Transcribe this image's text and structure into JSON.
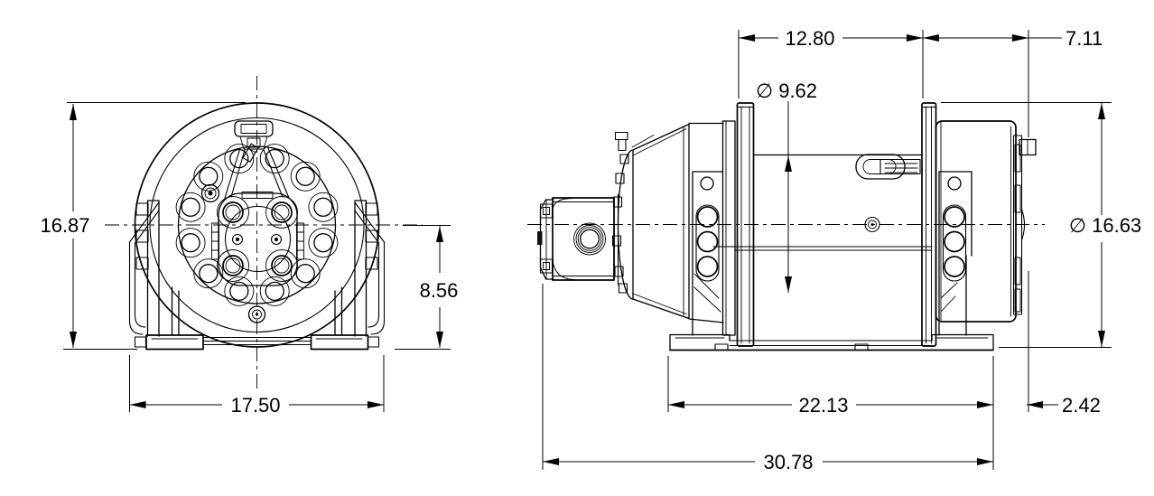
{
  "drawing": {
    "title": "winch-dimension-drawing",
    "colors": {
      "line": "#000000",
      "background": "#ffffff"
    },
    "front_view": {
      "dims": {
        "overall_height": "16.87",
        "centerline_height": "8.56",
        "base_width": "17.50"
      }
    },
    "side_view": {
      "dims": {
        "drum_length": "12.80",
        "end_housing_length": "7.11",
        "barrel_diameter": "∅ 9.62",
        "flange_diameter": "∅ 16.63",
        "base_length": "22.13",
        "end_overhang": "2.42",
        "overall_length": "30.78"
      }
    }
  }
}
